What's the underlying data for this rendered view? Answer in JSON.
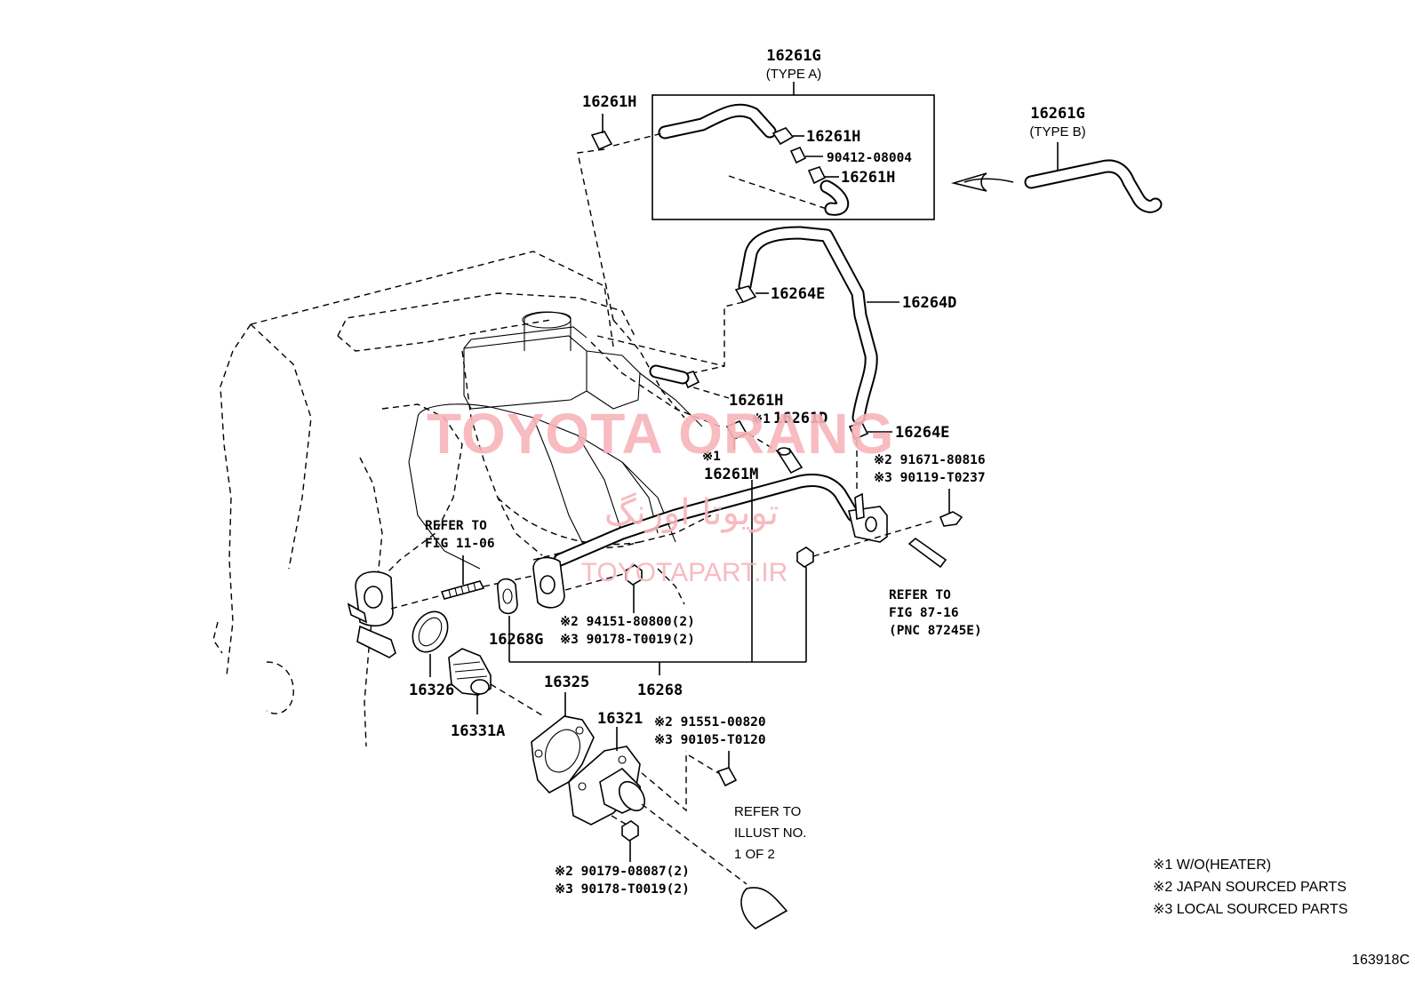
{
  "labels": {
    "g_a": "16261G",
    "type_a": "(TYPE A)",
    "h_top": "16261H",
    "h_box1": "16261H",
    "bolt_box": "90412-08004",
    "h_box2": "16261H",
    "g_b": "16261G",
    "type_b": "(TYPE B)",
    "e1": "16264E",
    "d": "16264D",
    "h_mid": "16261H",
    "d_mark": "※1",
    "d_num": "16261D",
    "e2": "16264E",
    "m_mark": "※1",
    "m_num": "16261M",
    "bolt1_a": "※2 91671-80816",
    "bolt1_b": "※3 90119-T0237",
    "refer1_a": "REFER TO",
    "refer1_b": "FIG 11-06",
    "refer2_a": "REFER TO",
    "refer2_b": "FIG 87-16",
    "refer2_c": "(PNC 87245E)",
    "nut1_a": "※2 94151-80800(2)",
    "nut1_b": "※3 90178-T0019(2)",
    "gasket_g": "16268G",
    "pipe": "16268",
    "gasket": "16326",
    "thermo": "16331A",
    "cover_gasket": "16325",
    "outlet": "16321",
    "bolt2_a": "※2 91551-00820",
    "bolt2_b": "※3 90105-T0120",
    "refer3_a": "REFER TO",
    "refer3_b": "ILLUST NO.",
    "refer3_c": "1 OF 2",
    "nut2_a": "※2 90179-08087(2)",
    "nut2_b": "※3 90178-T0019(2)"
  },
  "legend": [
    "※1 W/O(HEATER)",
    "※2 JAPAN SOURCED PARTS",
    "※3 LOCAL SOURCED PARTS"
  ],
  "figure_id": "163918C",
  "watermark": {
    "brand": "TOYOTA ORANG",
    "persian": "تویوتا اورنگ",
    "site": "TOYOTAPART.IR"
  }
}
